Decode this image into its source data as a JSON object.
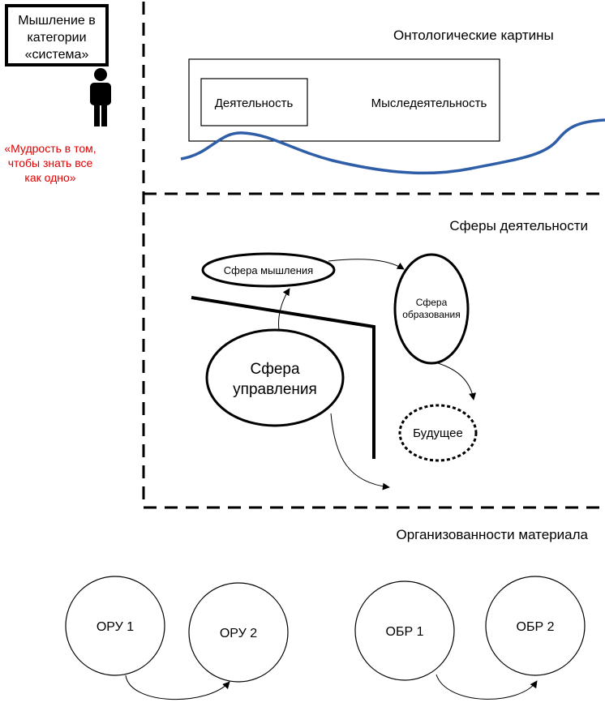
{
  "colors": {
    "wave": "#2f5ea8",
    "quote": "#e00000",
    "line": "#000000"
  },
  "header_box": {
    "lines": [
      "Мышление в",
      "категории",
      "«система»"
    ]
  },
  "person_icon": "person-figure-icon",
  "quote": {
    "lines": [
      "«Мудрость в том,",
      "чтобы знать все",
      "как одно»"
    ]
  },
  "sections": {
    "ontological": {
      "title": "Онтологические картины",
      "inner_label": "Деятельность",
      "outer_label": "Мыследеятельность"
    },
    "spheres": {
      "title": "Сферы деятельности",
      "thinking": "Сфера мышления",
      "education": [
        "Сфера",
        "образования"
      ],
      "management": [
        "Сфера",
        "управления"
      ],
      "future": "Будущее"
    },
    "material": {
      "title": "Организованности материала",
      "circles": [
        "ОРУ 1",
        "ОРУ 2",
        "ОБР 1",
        "ОБР 2"
      ]
    }
  }
}
